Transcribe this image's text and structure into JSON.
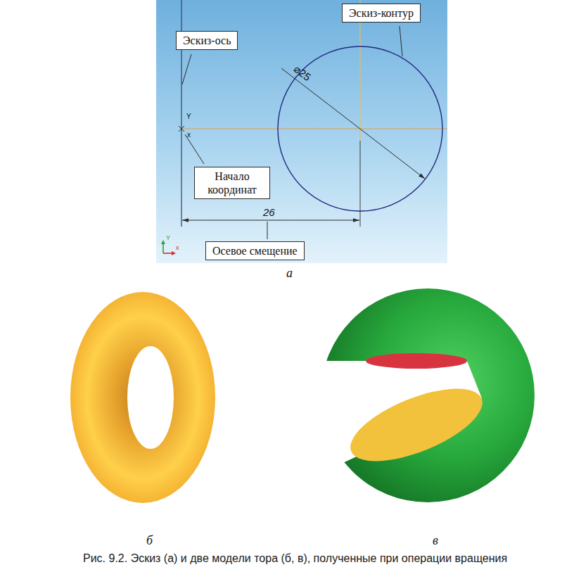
{
  "diagram": {
    "caption": "Рис. 9.2. Эскиз (а) и две модели тора (б, в), полученные при операции вращения",
    "nodes": [
      {
        "text": [
          "Эскиз-контур"
        ]
      },
      {
        "text": [
          "Эскиз-ось"
        ]
      },
      {
        "text": [
          "Начало координат"
        ]
      },
      {
        "text": [
          "Осевое смещение"
        ]
      }
    ],
    "labels": [
      "⌀25",
      "26",
      "Y",
      "x",
      "Y",
      "x",
      "а",
      "б",
      "в"
    ]
  }
}
